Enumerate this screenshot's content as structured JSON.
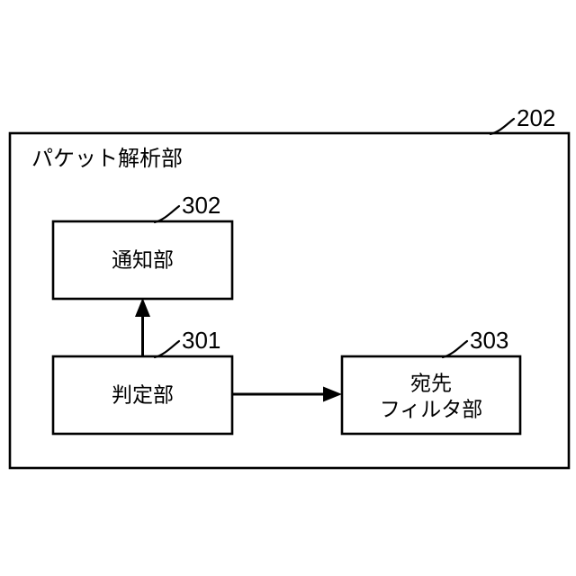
{
  "figure": {
    "outer_block": {
      "title": "パケット解析部",
      "reference_numeral": "202"
    },
    "blocks": [
      {
        "id": "notification-unit",
        "label_lines": [
          "通知部"
        ],
        "reference_numeral": "302"
      },
      {
        "id": "determination-unit",
        "label_lines": [
          "判定部"
        ],
        "reference_numeral": "301"
      },
      {
        "id": "destination-filter-unit",
        "label_lines": [
          "宛先",
          "フィルタ部"
        ],
        "reference_numeral": "303"
      }
    ],
    "connectors": [
      {
        "id": "determination-to-notification",
        "direction": "up"
      },
      {
        "id": "determination-to-destination-filter",
        "direction": "right"
      }
    ],
    "colors": {
      "stroke": "#000000",
      "background": "#ffffff"
    }
  }
}
